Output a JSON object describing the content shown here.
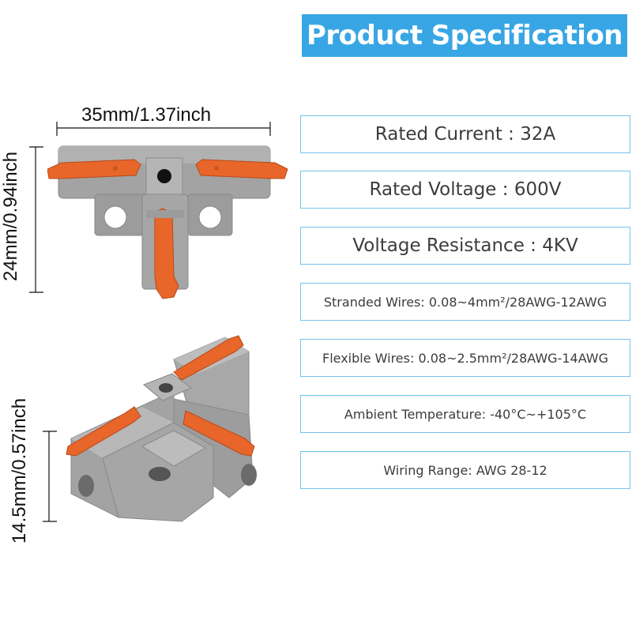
{
  "banner": {
    "title": "Product Specification"
  },
  "dimensions": {
    "width": "35mm/1.37inch",
    "height": "24mm/0.94inch",
    "depth": "14.5mm/0.57inch"
  },
  "specs": [
    {
      "text": "Rated Current :   32A"
    },
    {
      "text": "Rated Voltage :  600V"
    },
    {
      "text": "Voltage Resistance :  4KV"
    },
    {
      "text": "Stranded Wires: 0.08~4mm²/28AWG-12AWG"
    },
    {
      "text": "Flexible Wires: 0.08~2.5mm²/28AWG-14AWG"
    },
    {
      "text": "Ambient Temperature: -40°C~+105°C"
    },
    {
      "text": "Wiring Range: AWG 28-12"
    }
  ],
  "colors": {
    "banner": "#38a6e4",
    "box_border": "#74c3ec",
    "body_gray": "#9a9a9a",
    "lever_orange": "#e8662a"
  }
}
